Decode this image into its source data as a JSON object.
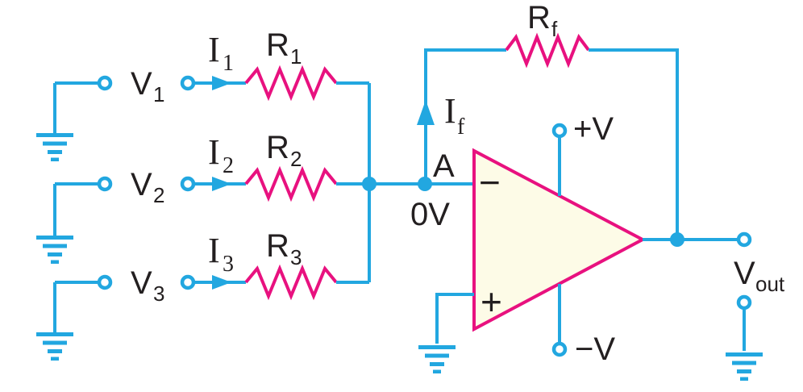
{
  "diagram": {
    "type": "circuit-schematic",
    "subject": "Inverting summing amplifier with three voltage inputs",
    "colors": {
      "wire": "#22A7E0",
      "component": "#E8117F",
      "label": "#231F20",
      "opamp_fill": "#FDFBE7",
      "background": "#FFFFFF"
    },
    "inputs": [
      {
        "source": "V",
        "source_sub": "1",
        "current": "I",
        "current_sub": "1",
        "resistor": "R",
        "resistor_sub": "1"
      },
      {
        "source": "V",
        "source_sub": "2",
        "current": "I",
        "current_sub": "2",
        "resistor": "R",
        "resistor_sub": "2"
      },
      {
        "source": "V",
        "source_sub": "3",
        "current": "I",
        "current_sub": "3",
        "resistor": "R",
        "resistor_sub": "3"
      }
    ],
    "feedback": {
      "resistor": "R",
      "resistor_sub": "f",
      "current": "I",
      "current_sub": "f"
    },
    "summing_node": {
      "name": "A",
      "voltage": "0V"
    },
    "opamp": {
      "inverting_sign": "−",
      "noninverting_sign": "+",
      "positive_supply": "+V",
      "negative_supply": "−V"
    },
    "output": {
      "label": "V",
      "label_sub": "out"
    }
  }
}
